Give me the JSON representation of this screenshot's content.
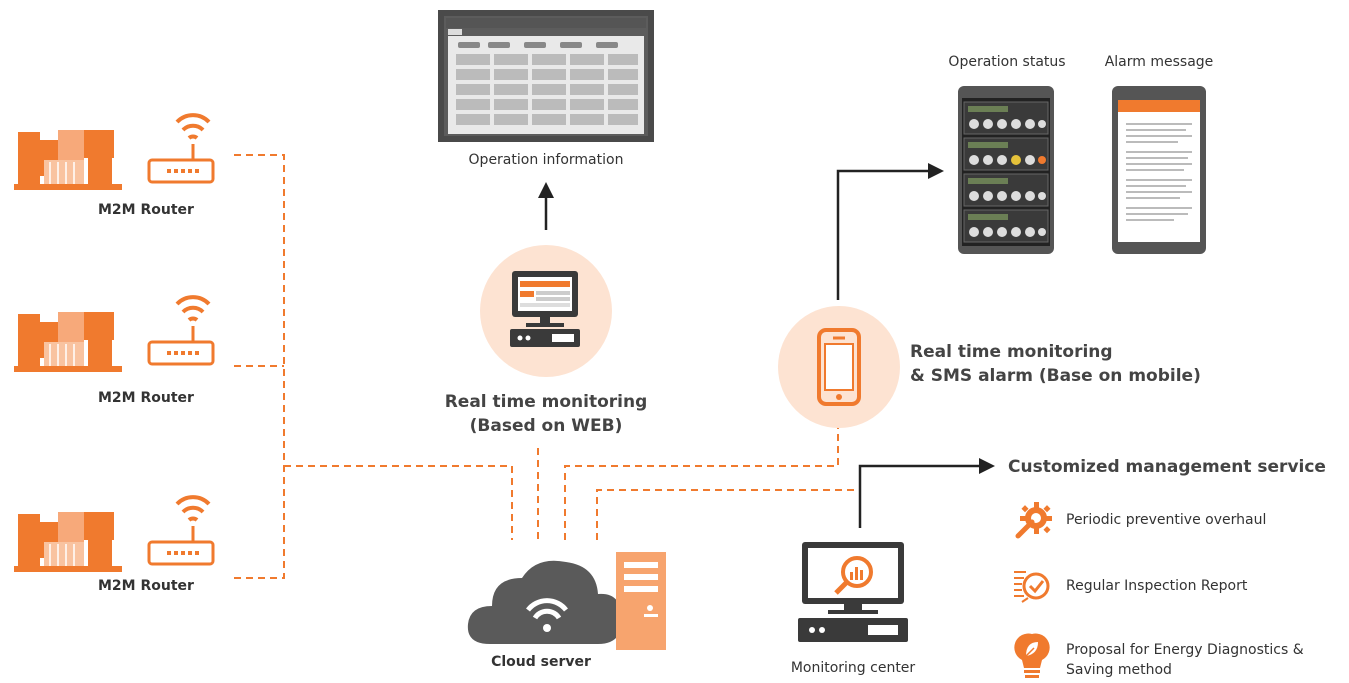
{
  "routers": [
    {
      "label": "M2M Router"
    },
    {
      "label": "M2M Router"
    },
    {
      "label": "M2M Router"
    }
  ],
  "web": {
    "screen_caption": "Operation information",
    "title_line1": "Real time monitoring",
    "title_line2": "(Based on WEB)"
  },
  "mobile": {
    "status_caption": "Operation status",
    "alarm_caption": "Alarm message",
    "title_line1": "Real time monitoring",
    "title_line2": "& SMS alarm (Base on mobile)"
  },
  "cloud": {
    "label": "Cloud server"
  },
  "monitoring": {
    "label": "Monitoring center"
  },
  "services": {
    "title": "Customized management service",
    "items": [
      {
        "label": "Periodic preventive overhaul",
        "icon": "gear-wrench-icon"
      },
      {
        "label": "Regular Inspection Report",
        "icon": "report-check-icon"
      },
      {
        "label_line1": "Proposal for Energy Diagnostics &",
        "label_line2": "Saving method",
        "icon": "lightbulb-leaf-icon"
      }
    ]
  },
  "colors": {
    "accent": "#F07A2E",
    "accent_light": "#FDE3D2",
    "dark": "#3A3A3A",
    "arrow": "#222222"
  }
}
